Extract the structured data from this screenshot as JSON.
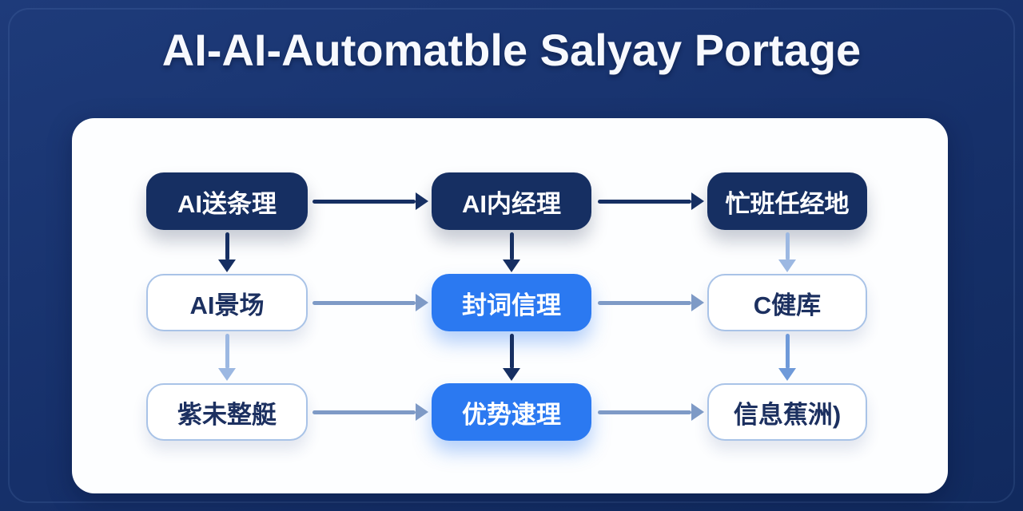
{
  "title": "AI-AI-Automatble Salyay Portage",
  "colors": {
    "bg1": "#1e3b7a",
    "bg2": "#16306a",
    "bg3": "#112a5e",
    "card": "#fdfeff",
    "navy": "#162f62",
    "blue": "#2b79f1",
    "steel": "#7e9ac6",
    "sky": "#9cb8e2",
    "corn": "#6f9ad9",
    "ink": "#1c3060",
    "nodeborder": "#a9c3e7"
  },
  "diagram": {
    "nodes": [
      {
        "label": "AI送条理",
        "variant": "navy"
      },
      {
        "label": "AI内经理",
        "variant": "navy"
      },
      {
        "label": "忙班任经地",
        "variant": "navy"
      },
      {
        "label": "AI景场",
        "variant": "light"
      },
      {
        "label": "封词信理",
        "variant": "blue"
      },
      {
        "label": "C健库",
        "variant": "light"
      },
      {
        "label": "紫未整艇",
        "variant": "light"
      },
      {
        "label": "优势逮理",
        "variant": "blue"
      },
      {
        "label": "信息蕉洲)",
        "variant": "light"
      }
    ],
    "arrows": [
      {
        "from": "AI送条理",
        "to": "AI内经理",
        "dir": "right",
        "color": "navy"
      },
      {
        "from": "AI内经理",
        "to": "忙班任经地",
        "dir": "right",
        "color": "navy"
      },
      {
        "from": "AI送条理",
        "to": "AI景场",
        "dir": "down",
        "color": "navy"
      },
      {
        "from": "AI内经理",
        "to": "封词信理",
        "dir": "down",
        "color": "navy"
      },
      {
        "from": "忙班任经地",
        "to": "C健库",
        "dir": "down",
        "color": "sky"
      },
      {
        "from": "AI景场",
        "to": "封词信理",
        "dir": "right",
        "color": "steel"
      },
      {
        "from": "封词信理",
        "to": "C健库",
        "dir": "right",
        "color": "steel"
      },
      {
        "from": "AI景场",
        "to": "紫未整艇",
        "dir": "down",
        "color": "sky"
      },
      {
        "from": "封词信理",
        "to": "优势逮理",
        "dir": "down",
        "color": "navy"
      },
      {
        "from": "C健库",
        "to": "信息蕉洲)",
        "dir": "down",
        "color": "corn"
      },
      {
        "from": "紫未整艇",
        "to": "优势逮理",
        "dir": "right",
        "color": "steel"
      },
      {
        "from": "优势逮理",
        "to": "信息蕉洲)",
        "dir": "right",
        "color": "steel"
      }
    ]
  }
}
